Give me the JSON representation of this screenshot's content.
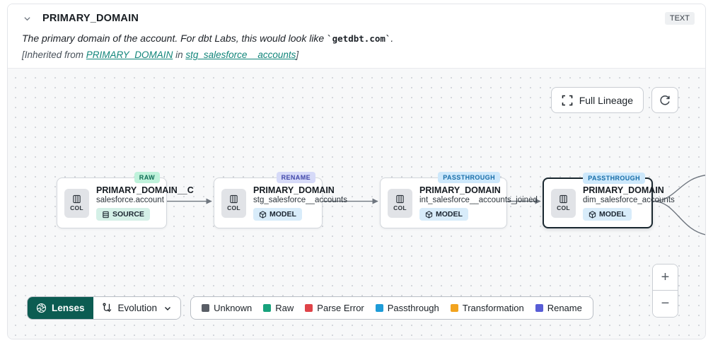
{
  "header": {
    "title": "PRIMARY_DOMAIN",
    "type_badge": "TEXT",
    "description_prefix": "The primary domain of the account. For dbt Labs, this would look like ",
    "description_code": "`getdbt.com`",
    "description_suffix": ".",
    "inherited_prefix": "[Inherited from ",
    "inherited_link_column": "PRIMARY_DOMAIN",
    "inherited_middle": " in ",
    "inherited_link_model": "stg_salesforce__accounts",
    "inherited_suffix": "]"
  },
  "toolbar": {
    "full_lineage_label": "Full Lineage"
  },
  "canvas": {
    "nodes": [
      {
        "tag": "RAW",
        "title": "PRIMARY_DOMAIN__C",
        "subtitle": "salesforce.account",
        "col_label": "COL",
        "kind": "SOURCE",
        "selected": false
      },
      {
        "tag": "RENAME",
        "title": "PRIMARY_DOMAIN",
        "subtitle": "stg_salesforce__accounts",
        "col_label": "COL",
        "kind": "MODEL",
        "selected": false
      },
      {
        "tag": "PASSTHROUGH",
        "title": "PRIMARY_DOMAIN",
        "subtitle": "int_salesforce__accounts_joined",
        "col_label": "COL",
        "kind": "MODEL",
        "selected": false
      },
      {
        "tag": "PASSTHROUGH",
        "title": "PRIMARY_DOMAIN",
        "subtitle": "dim_salesforce_accounts",
        "col_label": "COL",
        "kind": "MODEL",
        "selected": true
      }
    ]
  },
  "lenses": {
    "button_label": "Lenses",
    "selected_lens": "Evolution"
  },
  "legend": {
    "items": [
      {
        "label": "Unknown",
        "color": "#595e66"
      },
      {
        "label": "Raw",
        "color": "#17a27c"
      },
      {
        "label": "Parse Error",
        "color": "#df4348"
      },
      {
        "label": "Passthrough",
        "color": "#1e9cd8"
      },
      {
        "label": "Transformation",
        "color": "#f2a41f"
      },
      {
        "label": "Rename",
        "color": "#585dd6"
      }
    ]
  },
  "zoom_controls": {
    "zoom_in": "+",
    "zoom_out": "−"
  },
  "colors": {
    "accent_teal": "#11857a",
    "lenses_bg": "#0c5c52",
    "edge": "#6f767f"
  }
}
